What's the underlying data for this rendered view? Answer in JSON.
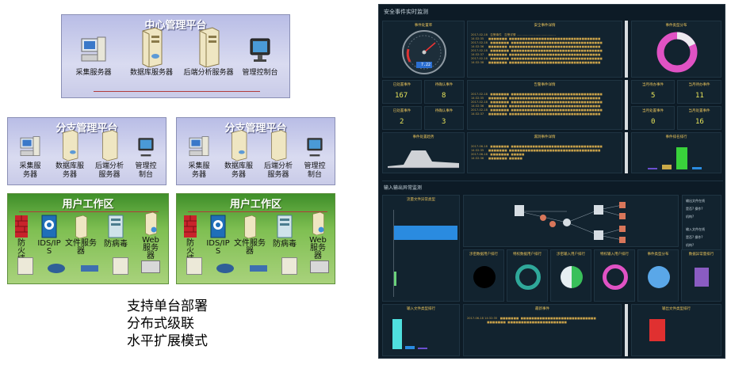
{
  "diagram": {
    "center": {
      "title": "中心管理平台",
      "nodes": [
        "采集服务器",
        "数据库服务器",
        "后端分析服务器",
        "管理控制台"
      ]
    },
    "branches": [
      {
        "title": "分支管理平台",
        "nodes": [
          "采集服\n务器",
          "数据库服\n务器",
          "后端分析\n服务器",
          "管理控\n制台"
        ]
      },
      {
        "title": "分支管理平台",
        "nodes": [
          "采集服\n务器",
          "数据库服\n务器",
          "后端分析\n服务器",
          "管理控\n制台"
        ]
      }
    ],
    "workzones": [
      {
        "title": "用户工作区",
        "nodes": [
          "防\n火\n墙",
          "IDS/IP\nS",
          "文件服务\n器",
          "防病毒",
          "Web\n服务\n器"
        ]
      },
      {
        "title": "用户工作区",
        "nodes": [
          "防\n火\n墙",
          "IDS/IP\nS",
          "文件服务\n器",
          "防病毒",
          "Web\n服务\n器"
        ]
      }
    ],
    "captions": [
      "支持单台部署",
      "分布式级联",
      "水平扩展模式"
    ]
  },
  "dashboard": {
    "title": "安全事件实时监测",
    "gauge_title": "事件处置率",
    "gauge_value": "7.22",
    "list1_title": "安全事件详情",
    "pie_title": "事件类型分布",
    "stats": [
      {
        "label": "已处置事件",
        "value": "167"
      },
      {
        "label": "待确认事件",
        "value": "8"
      },
      {
        "label": "已处置事件",
        "value": "2"
      },
      {
        "label": "待确认事件",
        "value": "3"
      }
    ],
    "list2_title": "告警事件详情",
    "stats_right": [
      {
        "label": "当月待办事件",
        "value": "5"
      },
      {
        "label": "当月待办事件",
        "value": "11"
      },
      {
        "label": "当月处置事件",
        "value": "0"
      },
      {
        "label": "当月处置事件",
        "value": "16"
      }
    ],
    "trend_title": "事件处置趋势",
    "list3_title": "漏洞事件详情",
    "bar_title": "事件排名排行",
    "section2_title": "输入输出异常监测",
    "flow_title": "流量文件异常类型",
    "side_items": [
      "输出文件在线",
      "是否? 操作?",
      "机构?",
      "输入文件在线",
      "是否? 操作?",
      "机构?"
    ],
    "donut_titles": [
      "涉密数据用户排行",
      "特权数据用户排行",
      "涉密输入用户排行",
      "特权输入用户排行",
      "事件类型分布",
      "数据异常量排行"
    ],
    "bottom_left_title": "输入文件类型排行",
    "bottom_mid_title": "最新事件",
    "bottom_right_title": "输出文件类型排行",
    "colors": {
      "bg": "#0d1b26",
      "accent_yellow": "#e6e35a",
      "pink": "#e052c4",
      "teal": "#2fa89a",
      "green": "#39d23b",
      "blue": "#2a8be0",
      "red": "#e03030"
    }
  }
}
